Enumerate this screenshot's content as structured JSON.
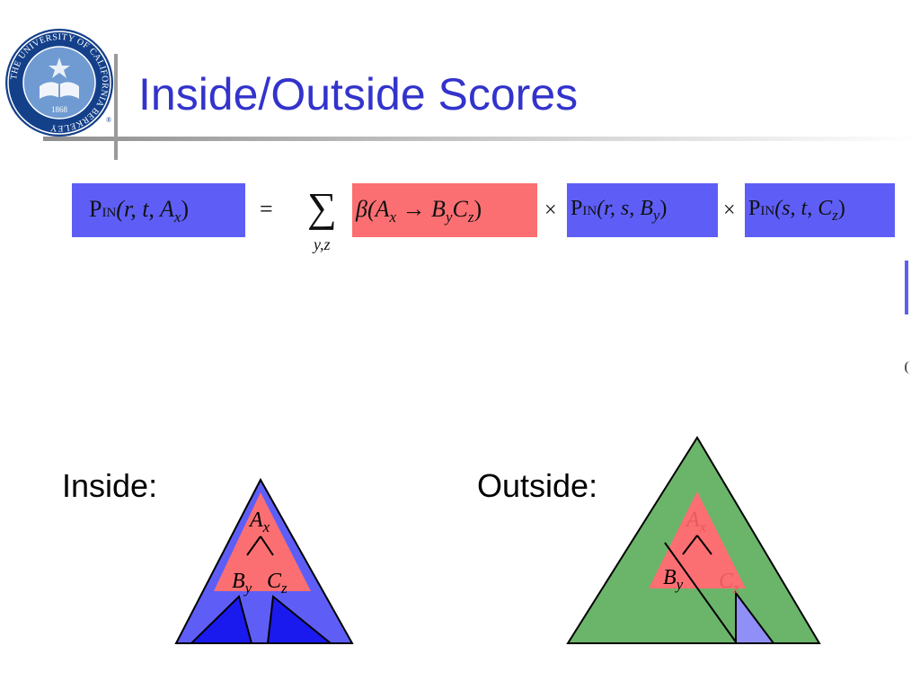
{
  "slide": {
    "title": "Inside/Outside Scores",
    "seal": {
      "ring_text": "THE UNIVERSITY OF CALIFORNIA BERKELEY",
      "year": "1868",
      "registered_mark": "®",
      "colors": {
        "ring": "#14408a",
        "inner": "#6f9bd2"
      }
    }
  },
  "equation": {
    "lhs": {
      "P": "P",
      "IN": "IN",
      "args": "(r, t, A",
      "args_sub": "x",
      "close": ")"
    },
    "equals": "=",
    "sum": {
      "symbol": "∑",
      "index": "y,z"
    },
    "rule": {
      "text": "β(A",
      "sub1": "x",
      "arrow": " → B",
      "sub2": "y",
      "c": "C",
      "sub3": "z",
      "close": ")"
    },
    "times": "×",
    "term2": {
      "P": "P",
      "IN": "IN",
      "args": "(r, s, B",
      "args_sub": "y",
      "close": ")"
    },
    "term3": {
      "P": "P",
      "IN": "IN",
      "args": "(s, t, C",
      "args_sub": "z",
      "close": ")"
    }
  },
  "inside": {
    "label": "Inside:",
    "nodes": {
      "parent": "A",
      "parent_sub": "x",
      "left": "B",
      "left_sub": "y",
      "right": "C",
      "right_sub": "z"
    }
  },
  "outside": {
    "label": "Outside:",
    "nodes": {
      "parent": "A",
      "parent_sub": "x",
      "left": "B",
      "left_sub": "y",
      "right": "C",
      "right_sub": "z"
    }
  },
  "colors": {
    "inside_blue": "#5e5ef7",
    "rule_red": "#fb6f72",
    "outside_green": "#6bb56b",
    "title_blue": "#3333cc"
  }
}
